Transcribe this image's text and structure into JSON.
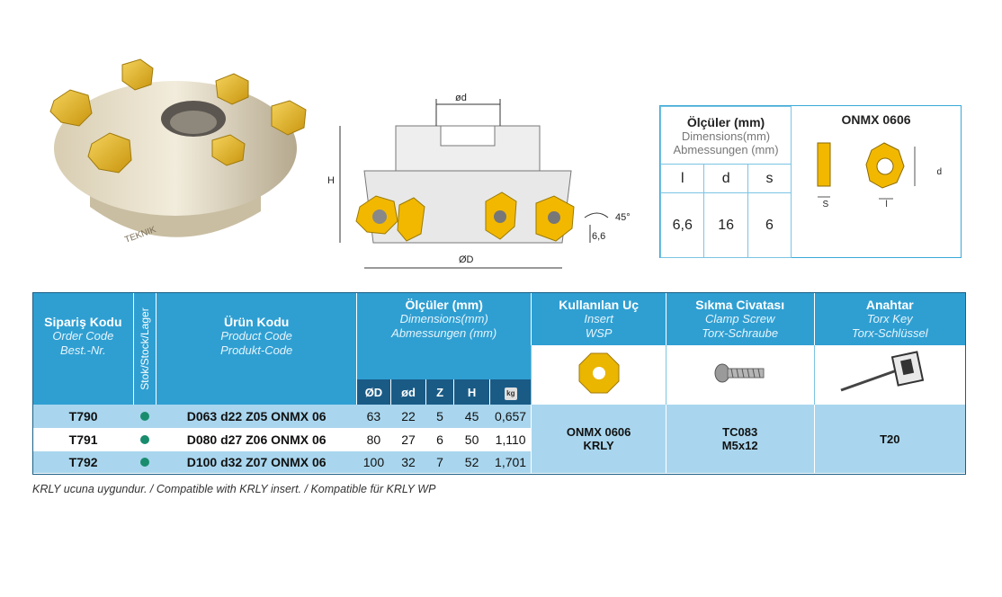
{
  "drawing": {
    "label_od_small": "ød",
    "label_h": "H",
    "label_angle": "45°",
    "label_depth": "6,6",
    "label_od_big": "ØD"
  },
  "spec_box": {
    "title_tr": "Ölçüler (mm)",
    "title_en": "Dimensions(mm)",
    "title_de": "Abmessungen (mm)",
    "insert_name": "ONMX 0606",
    "cols": [
      "l",
      "d",
      "s"
    ],
    "values": [
      "6,6",
      "16",
      "6"
    ],
    "diagram_s": "S",
    "diagram_d": "d",
    "diagram_l": "l"
  },
  "table": {
    "h_order_tr": "Sipariş Kodu",
    "h_order_en": "Order Code",
    "h_order_de": "Best.-Nr.",
    "h_stock": "Stok/Stock/Lager",
    "h_product_tr": "Ürün Kodu",
    "h_product_en": "Product Code",
    "h_product_de": "Produkt-Code",
    "h_dim_tr": "Ölçüler (mm)",
    "h_dim_en": "Dimensions(mm)",
    "h_dim_de": "Abmessungen (mm)",
    "h_insert_tr": "Kullanılan Uç",
    "h_insert_en": "Insert",
    "h_insert_de": "WSP",
    "h_screw_tr": "Sıkma Civatası",
    "h_screw_en": "Clamp Screw",
    "h_screw_de": "Torx-Schraube",
    "h_key_tr": "Anahtar",
    "h_key_en": "Torx Key",
    "h_key_de": "Torx-Schlüssel",
    "sub_cols": [
      "ØD",
      "ød",
      "Z",
      "H"
    ],
    "weight_icon_label": "kg",
    "rows": [
      {
        "code": "T790",
        "product": "D063 d22 Z05 ONMX 06",
        "OD": "63",
        "od": "22",
        "Z": "5",
        "H": "45",
        "weight": "0,657"
      },
      {
        "code": "T791",
        "product": "D080 d27 Z06 ONMX 06",
        "OD": "80",
        "od": "27",
        "Z": "6",
        "H": "50",
        "weight": "1,110"
      },
      {
        "code": "T792",
        "product": "D100 d32 Z07 ONMX 06",
        "OD": "100",
        "od": "32",
        "Z": "7",
        "H": "52",
        "weight": "1,701"
      }
    ],
    "insert_line1": "ONMX 0606",
    "insert_line2": "KRLY",
    "screw_line1": "TC083",
    "screw_line2": "M5x12",
    "key": "T20"
  },
  "note": "KRLY ucuna uygundur. / Compatible with KRLY insert. / Kompatible für KRLY WP",
  "colors": {
    "header": "#2f9fd2",
    "subheader": "#1a5b86",
    "row": "#a9d6ee",
    "stock_dot": "#198c6e",
    "insert_gold": "#e8b412"
  }
}
